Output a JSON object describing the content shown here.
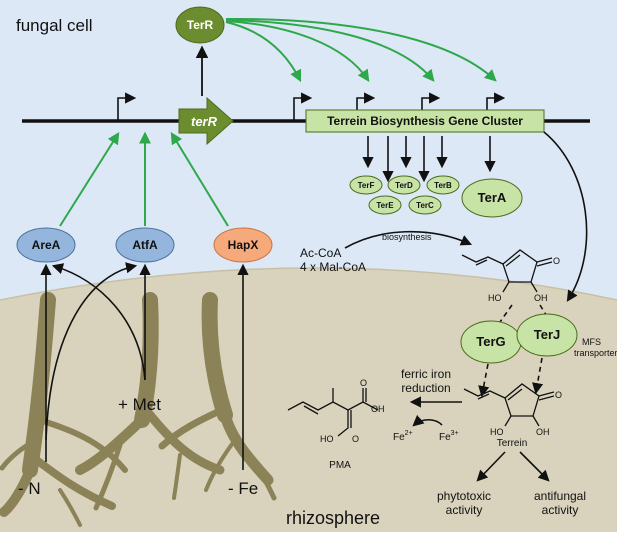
{
  "labels": {
    "fungal_cell": "fungal cell",
    "rhizosphere": "rhizosphere",
    "ter_r_gene": "terR",
    "gene_cluster": "Terrein Biosynthesis Gene Cluster",
    "biosynthesis": "biosynthesis",
    "ac_coa": "Ac-CoA",
    "mal_coa": "4 x Mal-CoA",
    "mfs_1": "MFS",
    "mfs_2": "transporters",
    "ferric_1": "ferric iron",
    "ferric_2": "reduction",
    "fe2": "Fe",
    "fe2_sup": "2+",
    "fe3": "Fe",
    "fe3_sup": "3+",
    "pma": "PMA",
    "terrein": "Terrein",
    "phytotoxic_1": "phytotoxic",
    "phytotoxic_2": "activity",
    "antifungal_1": "antifungal",
    "antifungal_2": "activity",
    "minus_n": "- N",
    "plus_met": "+ Met",
    "minus_fe": "- Fe"
  },
  "nodes": {
    "terR": "TerR",
    "areA": "AreA",
    "atfA": "AtfA",
    "hapX": "HapX",
    "terA": "TerA",
    "terF": "TerF",
    "terD": "TerD",
    "terB": "TerB",
    "terE": "TerE",
    "terC": "TerC",
    "terG": "TerG",
    "terJ": "TerJ"
  },
  "chem": {
    "oh": "OH",
    "ho": "HO",
    "o": "O"
  },
  "colors": {
    "cell_bg": "#dce8f5",
    "soil_bg": "#d9d3bd",
    "root": "#8b8257",
    "green_node": "#7a9a3c",
    "light_green_node": "#c7e3a6",
    "blue_node": "#94b6dc",
    "orange_node": "#f6a97a",
    "arrow_green": "#2ea84a"
  }
}
